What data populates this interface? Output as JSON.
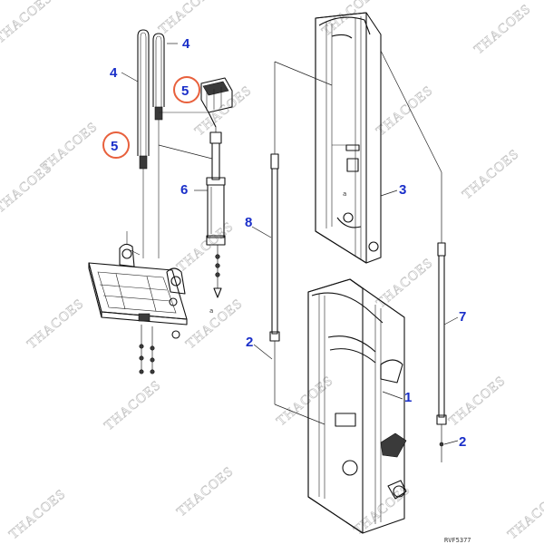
{
  "diagram": {
    "callouts": [
      {
        "id": "c-4a",
        "label": "4"
      },
      {
        "id": "c-4b",
        "label": "4"
      },
      {
        "id": "c-5a",
        "label": "5"
      },
      {
        "id": "c-5b",
        "label": "5"
      },
      {
        "id": "c-6",
        "label": "6"
      },
      {
        "id": "c-8",
        "label": "8"
      },
      {
        "id": "c-3",
        "label": "3"
      },
      {
        "id": "c-2a",
        "label": "2"
      },
      {
        "id": "c-7",
        "label": "7"
      },
      {
        "id": "c-1",
        "label": "1"
      },
      {
        "id": "c-2b",
        "label": "2"
      }
    ],
    "highlight_color": "#e8603c",
    "callout_color": "#1a2fc9",
    "watermark": "THACOES",
    "drawing_code": "RVF5377"
  }
}
